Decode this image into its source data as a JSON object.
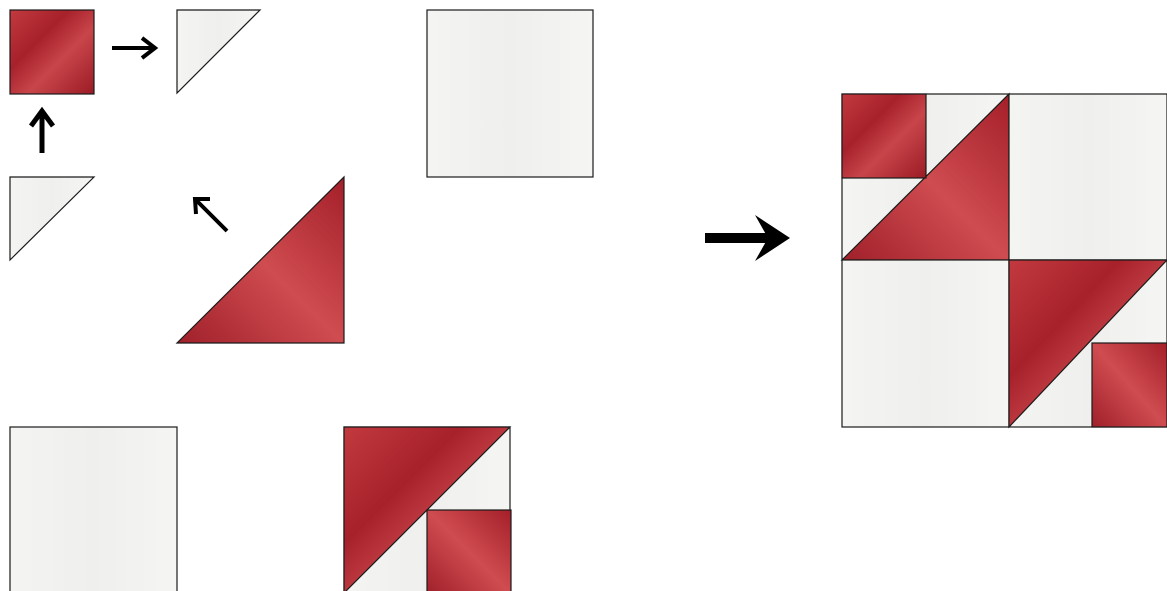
{
  "colors": {
    "red": "#b52a33",
    "red_dark": "#8f1620",
    "red_light": "#d24a4f",
    "cream": "#f3f3f1",
    "outline": "#1a1a1a",
    "arrow": "#000000"
  },
  "diagram": {
    "type": "quilt-block-assembly",
    "pieces": [
      "red-square-small",
      "cream-triangle-top",
      "cream-triangle-left",
      "red-triangle-large",
      "cream-square-top-right",
      "cream-square-bottom-left",
      "unit-bottom-right"
    ],
    "arrows": [
      "right",
      "up",
      "up-left",
      "result"
    ],
    "result": "assembled-block"
  }
}
